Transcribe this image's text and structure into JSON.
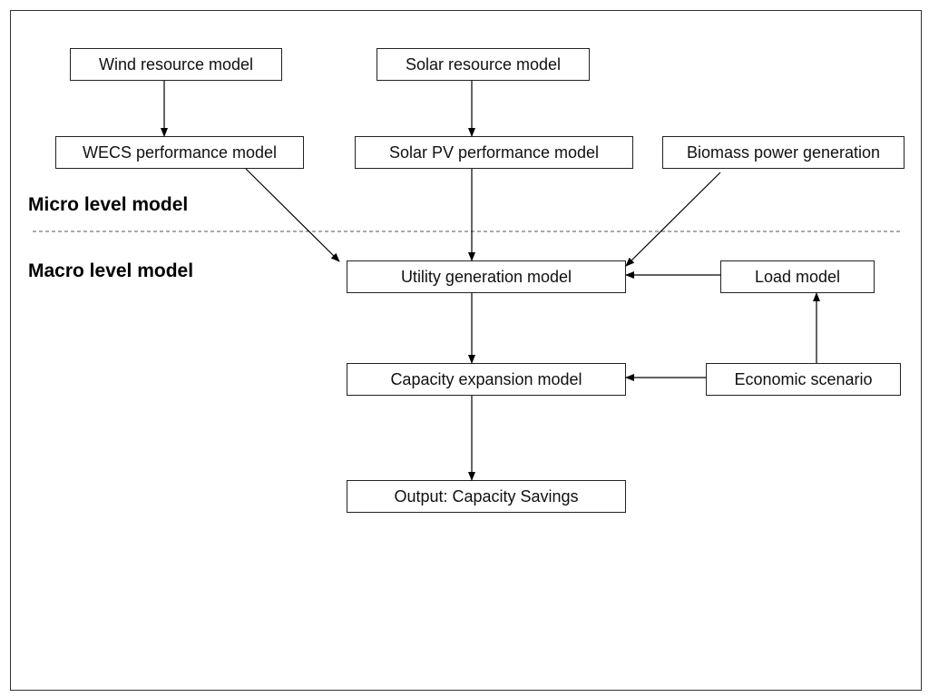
{
  "diagram": {
    "levels": {
      "micro": "Micro level model",
      "macro": "Macro level model"
    },
    "nodes": {
      "wind_resource": "Wind resource model",
      "solar_resource": "Solar resource model",
      "wecs_performance": "WECS performance model",
      "solar_pv_performance": "Solar PV performance model",
      "biomass": "Biomass power generation",
      "utility_generation": "Utility generation model",
      "load": "Load model",
      "capacity_expansion": "Capacity expansion model",
      "economic_scenario": "Economic scenario",
      "output": "Output: Capacity Savings"
    },
    "edges": [
      {
        "from": "wind_resource",
        "to": "wecs_performance"
      },
      {
        "from": "solar_resource",
        "to": "solar_pv_performance"
      },
      {
        "from": "wecs_performance",
        "to": "utility_generation"
      },
      {
        "from": "solar_pv_performance",
        "to": "utility_generation"
      },
      {
        "from": "biomass",
        "to": "utility_generation"
      },
      {
        "from": "load",
        "to": "utility_generation"
      },
      {
        "from": "utility_generation",
        "to": "capacity_expansion"
      },
      {
        "from": "economic_scenario",
        "to": "capacity_expansion"
      },
      {
        "from": "economic_scenario",
        "to": "load"
      },
      {
        "from": "capacity_expansion",
        "to": "output"
      }
    ],
    "colors": {
      "line": "#000000",
      "divider": "#555555"
    }
  }
}
